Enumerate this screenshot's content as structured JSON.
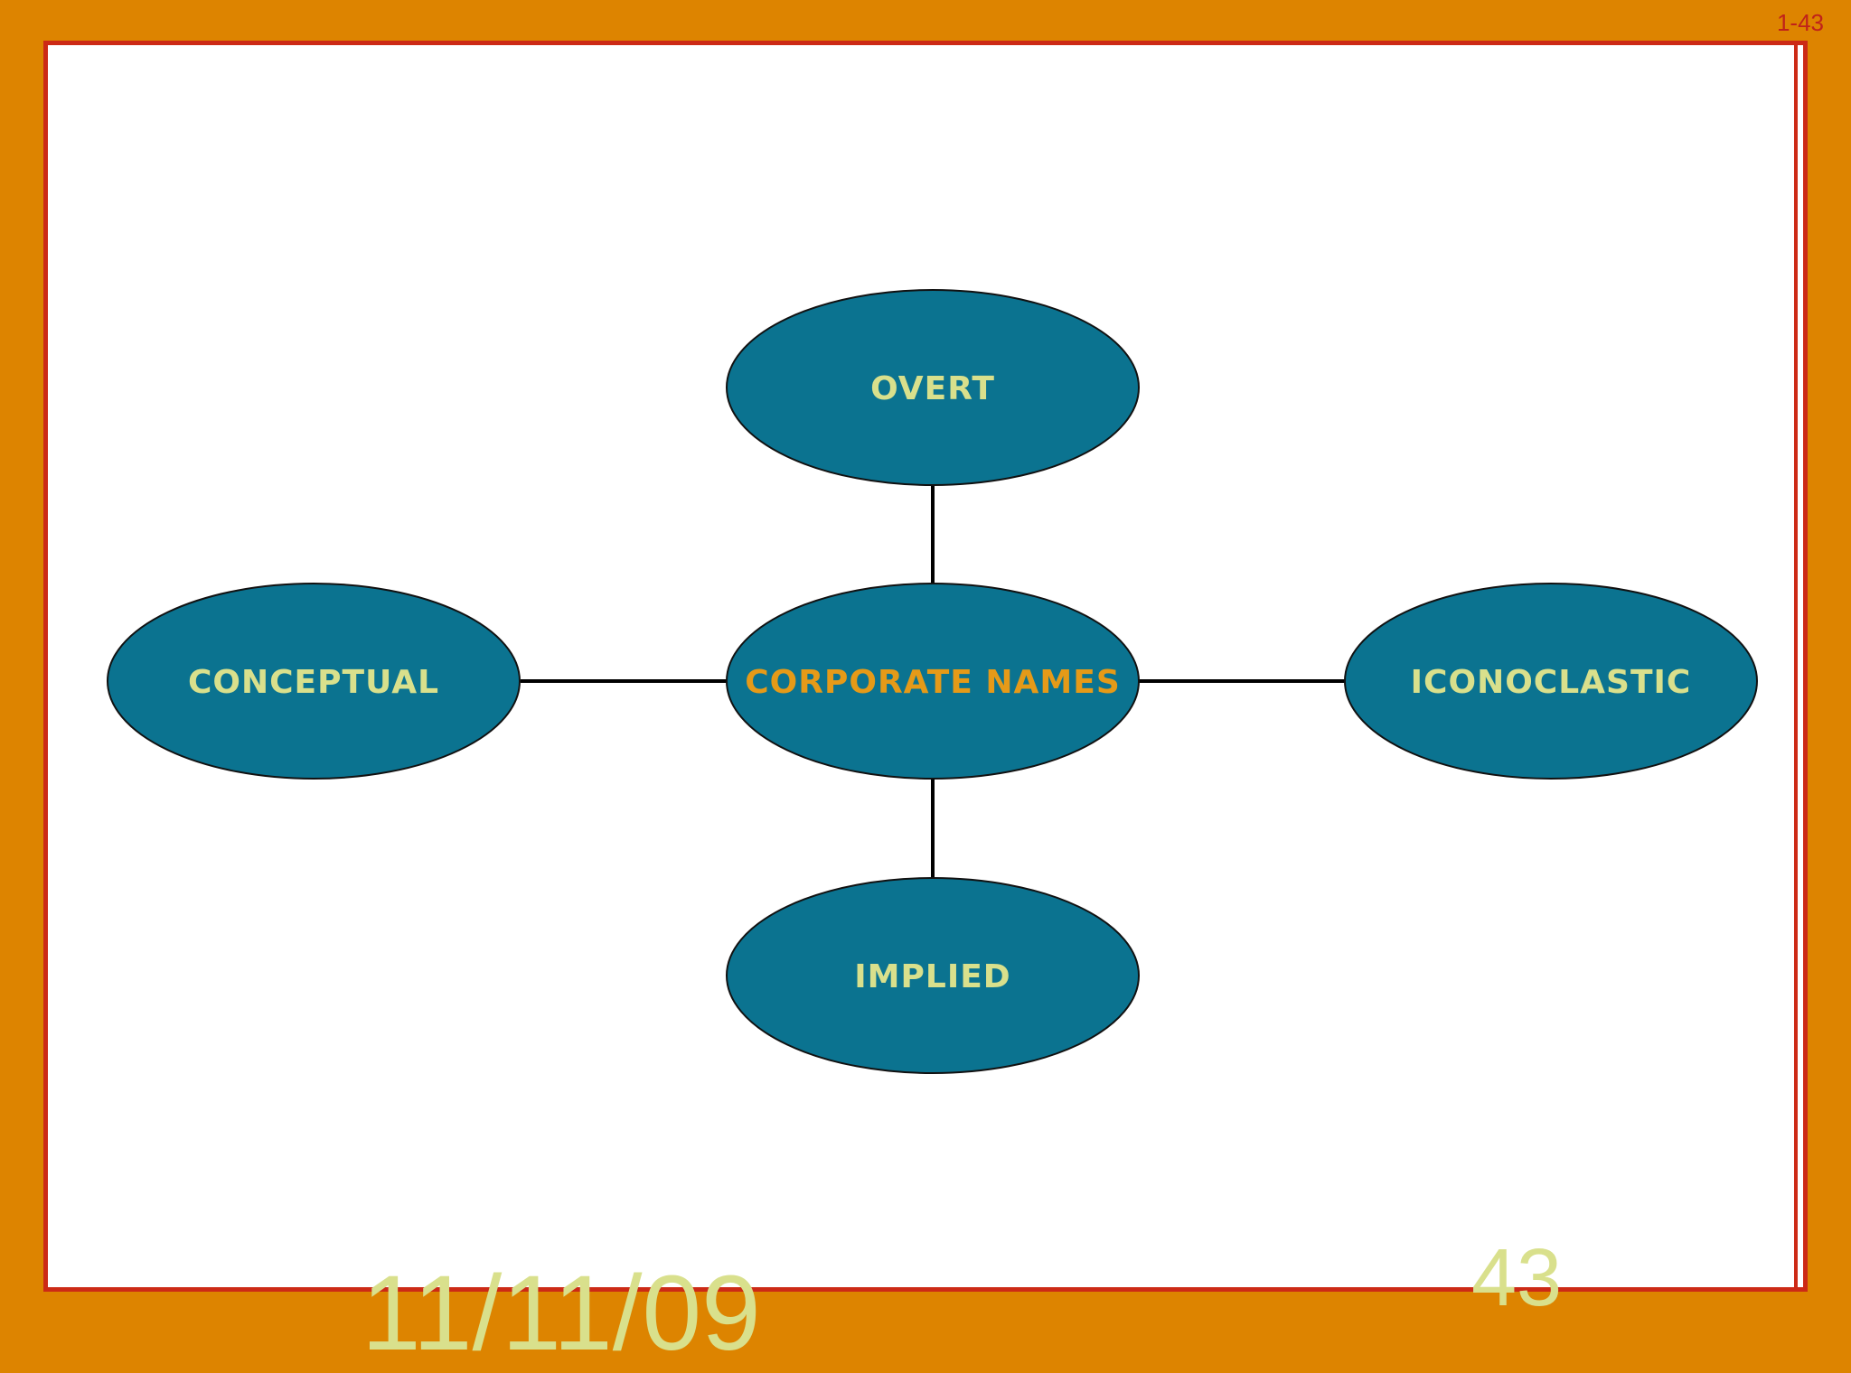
{
  "slide": {
    "code": "1-43",
    "date": "11/11/09",
    "page_number": "43"
  },
  "diagram": {
    "center": {
      "label": "CORPORATE NAMES",
      "color": "#e59a18"
    },
    "nodes": [
      {
        "label": "OVERT",
        "position": "top"
      },
      {
        "label": "CONCEPTUAL",
        "position": "left"
      },
      {
        "label": "ICONOCLASTIC",
        "position": "right"
      },
      {
        "label": "IMPLIED",
        "position": "bottom"
      }
    ],
    "node_fill": "#0b7390",
    "node_text_color": "#d9e08c"
  },
  "colors": {
    "background": "#dd8400",
    "border": "#cc2a16",
    "panel": "#ffffff",
    "connector": "#000000"
  }
}
